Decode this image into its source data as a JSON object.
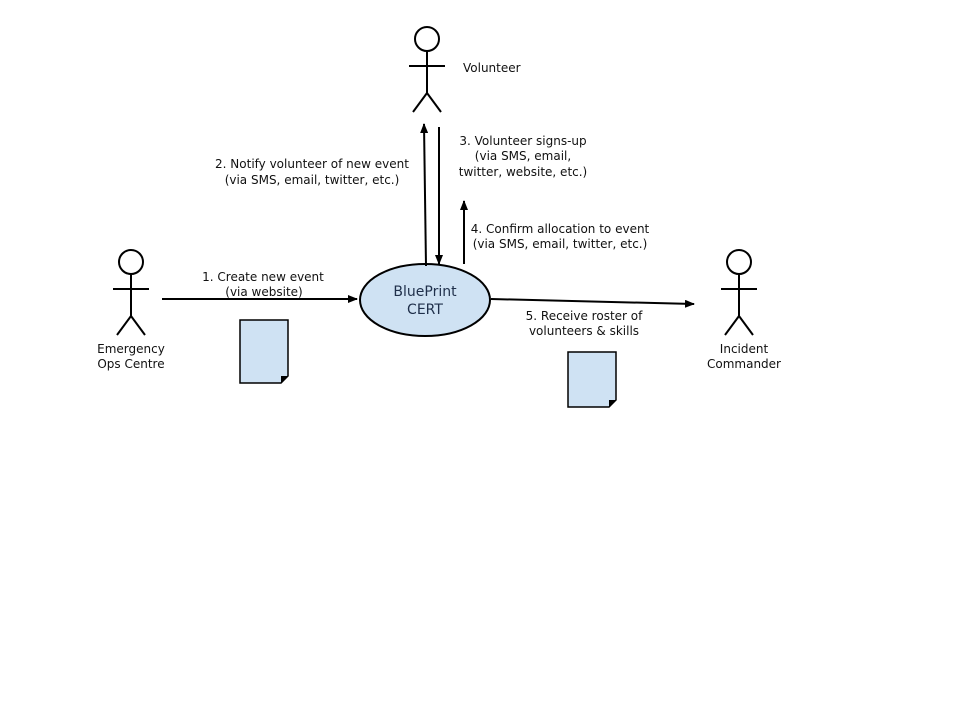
{
  "actors": [
    {
      "id": "emergency-ops-centre",
      "lines": [
        "Emergency",
        "Ops Centre"
      ]
    },
    {
      "id": "volunteer",
      "lines": [
        "Volunteer"
      ]
    },
    {
      "id": "incident-commander",
      "lines": [
        "Incident",
        "Commander"
      ]
    }
  ],
  "system": {
    "lines": [
      "BluePrint",
      "CERT"
    ]
  },
  "steps": [
    {
      "id": "step-1",
      "lines": [
        "1. Create new event",
        "(via website)"
      ]
    },
    {
      "id": "step-2",
      "lines": [
        "2. Notify volunteer of new event",
        "(via SMS, email, twitter, etc.)"
      ]
    },
    {
      "id": "step-3",
      "lines": [
        "3. Volunteer signs-up",
        "(via SMS, email,",
        "twitter, website, etc.)"
      ]
    },
    {
      "id": "step-4",
      "lines": [
        "4. Confirm allocation to event",
        "(via SMS, email, twitter, etc.)"
      ]
    },
    {
      "id": "step-5",
      "lines": [
        "5. Receive roster of",
        "volunteers & skills"
      ]
    }
  ],
  "colors": {
    "stroke": "#000000",
    "fill": "#cfe2f3",
    "background": "#ffffff"
  }
}
